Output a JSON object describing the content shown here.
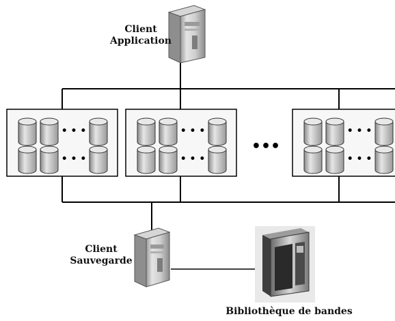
{
  "labels": {
    "client_application": [
      "Client",
      "Application"
    ],
    "client_backup": [
      "Client",
      "Sauvegarde"
    ],
    "tape_library": "Bibliothèque de bandes"
  },
  "arrays": {
    "count_shown": 3,
    "ellipsis": "•••",
    "row_ellipsis": "• • •"
  },
  "colors": {
    "line": "#000000",
    "panel_fill": "#f7f7f7",
    "disk_fill": "#c9c9c9",
    "disk_top": "#e8e8e8"
  }
}
